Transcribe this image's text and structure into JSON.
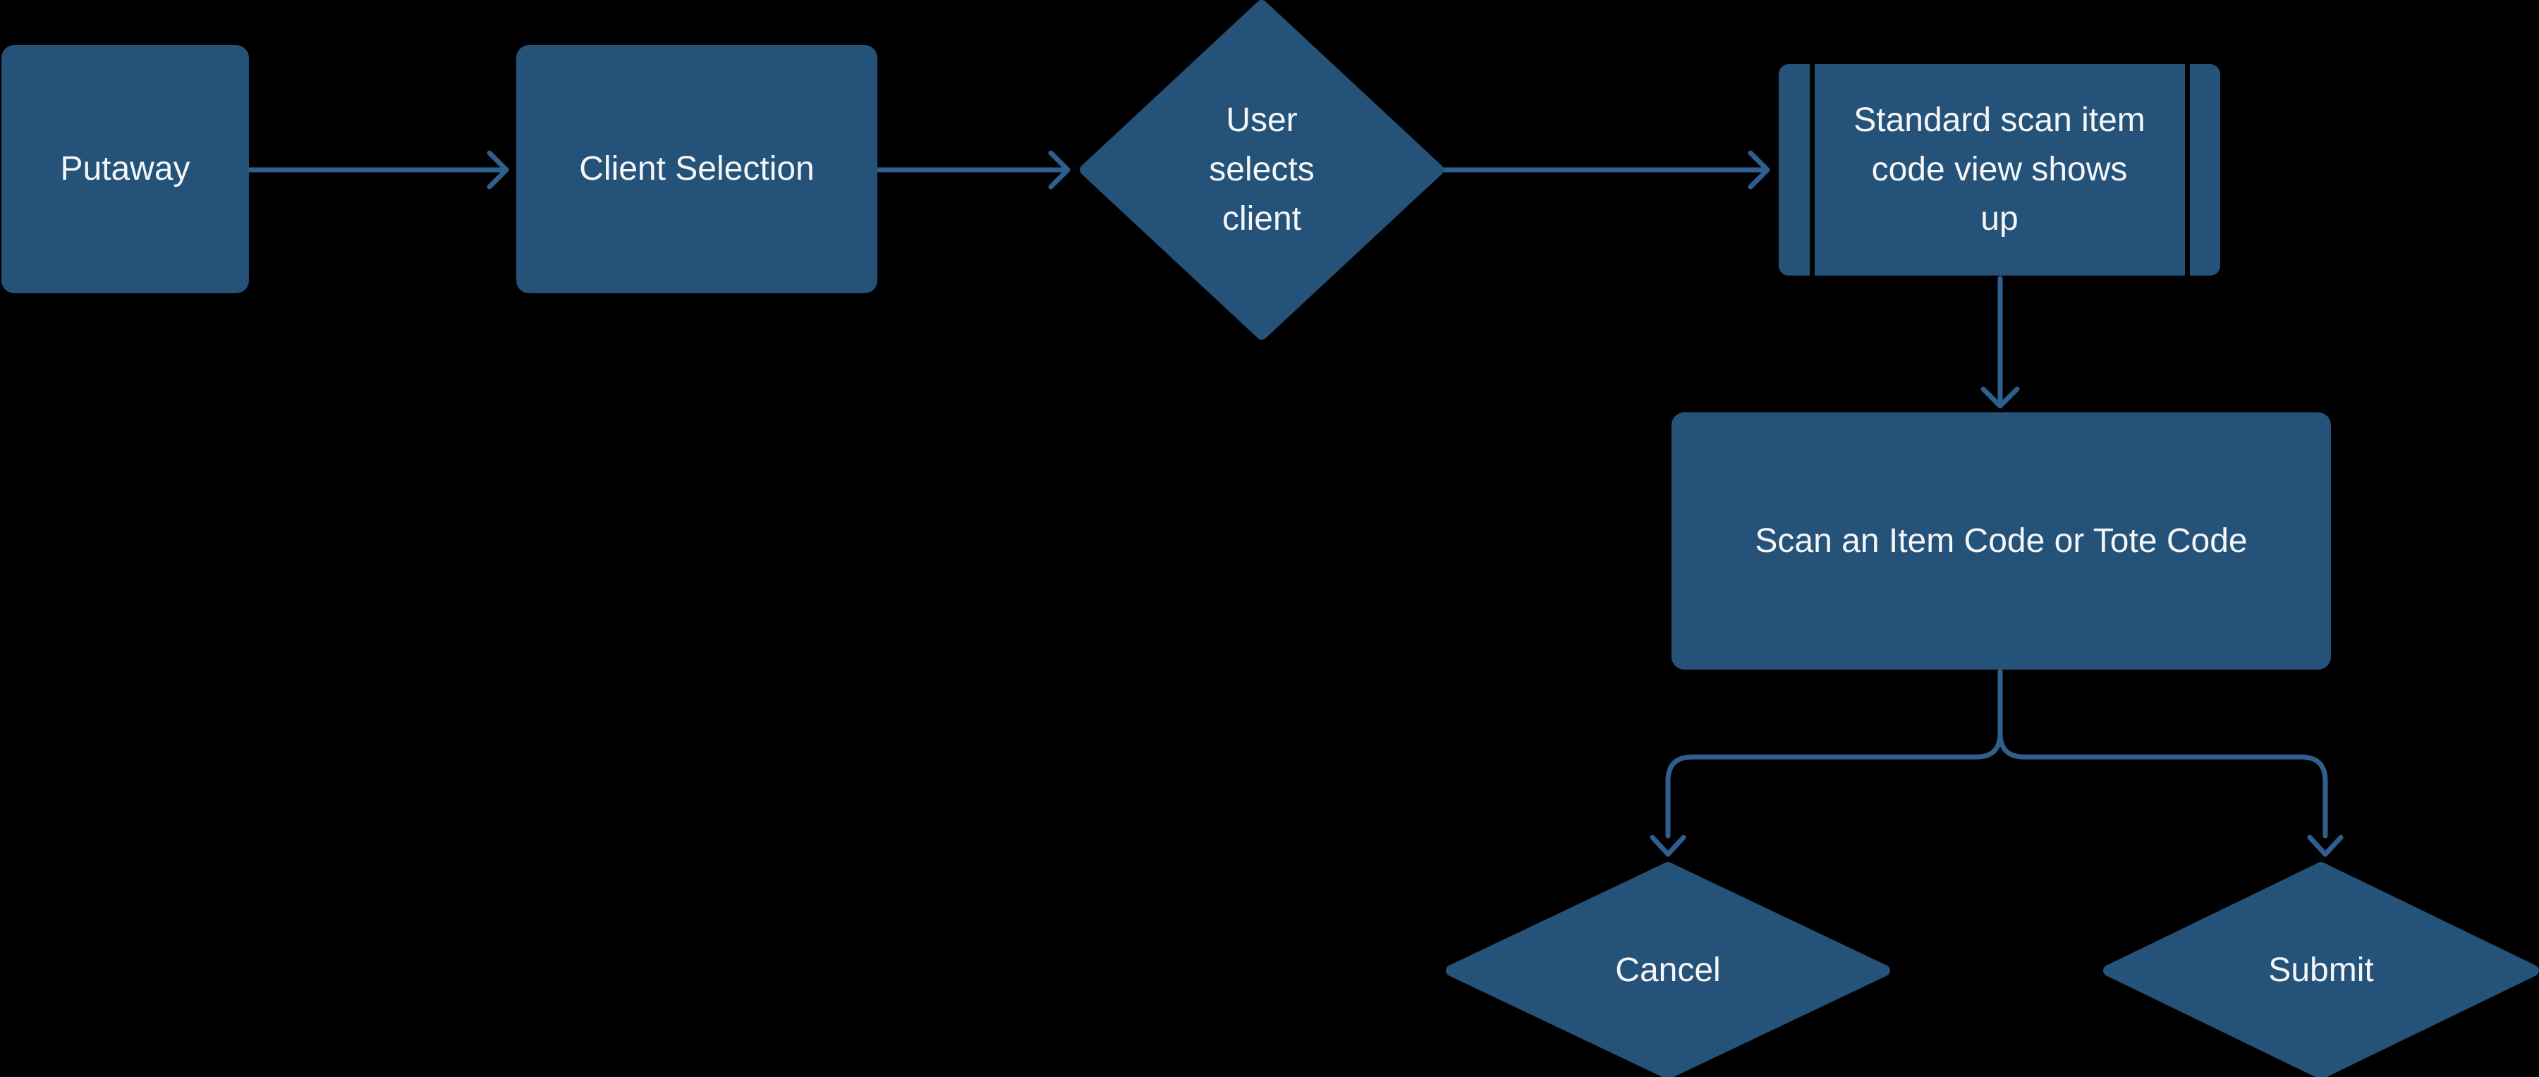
{
  "colors": {
    "background": "#000000",
    "node_fill": "#255278",
    "connector": "#2e5f8e",
    "text": "#f4f6f8"
  },
  "nodes": {
    "putaway": {
      "label": "Putaway",
      "shape": "rectangle"
    },
    "client_selection": {
      "label": "Client Selection",
      "shape": "rectangle"
    },
    "user_selects_client": {
      "label": "User\nselects\nclient",
      "shape": "decision-diamond"
    },
    "standard_scan_view": {
      "label": "Standard scan item\ncode view shows\nup",
      "shape": "subroutine"
    },
    "scan_code": {
      "label": "Scan an Item Code or Tote Code",
      "shape": "rectangle"
    },
    "cancel": {
      "label": "Cancel",
      "shape": "decision-diamond"
    },
    "submit": {
      "label": "Submit",
      "shape": "decision-diamond"
    }
  },
  "edges": [
    {
      "from": "putaway",
      "to": "client_selection"
    },
    {
      "from": "client_selection",
      "to": "user_selects_client"
    },
    {
      "from": "user_selects_client",
      "to": "standard_scan_view"
    },
    {
      "from": "standard_scan_view",
      "to": "scan_code"
    },
    {
      "from": "scan_code",
      "to": "cancel"
    },
    {
      "from": "scan_code",
      "to": "submit"
    }
  ]
}
